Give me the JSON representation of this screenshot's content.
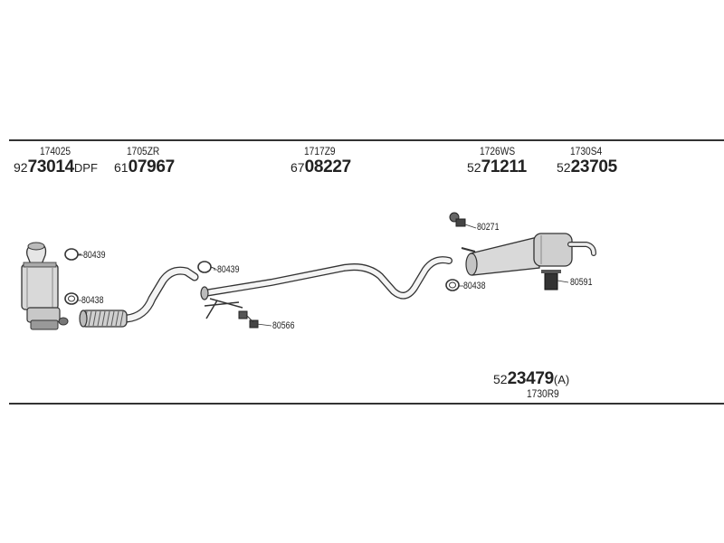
{
  "header_parts": [
    {
      "ref": "174025",
      "prefix": "92",
      "number": "73014",
      "suffix": "DPF"
    },
    {
      "ref": "1705ZR",
      "prefix": "61",
      "number": "07967",
      "suffix": ""
    },
    {
      "ref": "1717Z9",
      "prefix": "67",
      "number": "08227",
      "suffix": ""
    },
    {
      "ref": "1726WS",
      "prefix": "52",
      "number": "71211",
      "suffix": ""
    },
    {
      "ref": "1730S4",
      "prefix": "52",
      "number": "23705",
      "suffix": ""
    }
  ],
  "bottom_part": {
    "prefix": "52",
    "number": "23479",
    "suffix": "(A)",
    "ref": "1730R9"
  },
  "callouts": {
    "c1": "80439",
    "c2": "80438",
    "c3": "80439",
    "c4": "80566",
    "c5": "80271",
    "c6": "80438",
    "c7": "80591"
  },
  "colors": {
    "line": "#333333",
    "part_fill": "#d9d9d9",
    "part_dark": "#555555"
  }
}
